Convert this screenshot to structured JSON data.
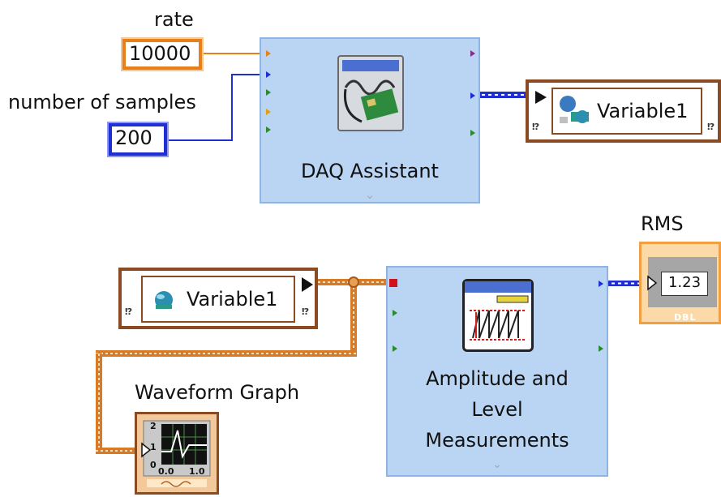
{
  "controls": {
    "rate": {
      "label": "rate",
      "value": "10000"
    },
    "samples": {
      "label": "number of samples",
      "value": "200"
    }
  },
  "daq": {
    "title": "DAQ Assistant"
  },
  "write_var": {
    "label": "Variable1"
  },
  "read_var": {
    "label": "Variable1"
  },
  "amp": {
    "line1": "Amplitude and",
    "line2": "Level",
    "line3": "Measurements"
  },
  "rms": {
    "label": "RMS",
    "value": "1.23",
    "type": "DBL"
  },
  "graph": {
    "label": "Waveform Graph",
    "y_top": "2",
    "y_mid": "1",
    "y_bot": "0",
    "x_left": "0.0",
    "x_right": "1.0"
  },
  "colors": {
    "orange_wire": "#e8801a",
    "blue_wire": "#1f2fd1",
    "express_bg": "#b9d5f3"
  }
}
